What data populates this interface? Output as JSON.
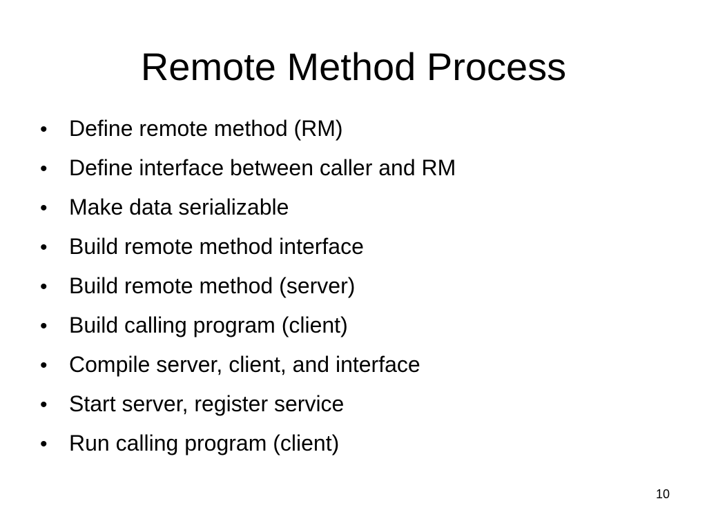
{
  "slide": {
    "title": "Remote Method Process",
    "bullet_glyph": "•",
    "bullets": [
      "Define remote method (RM)",
      "Define interface between caller and RM",
      "Make data serializable",
      "Build remote method interface",
      "Build remote method (server)",
      "Build calling program (client)",
      "Compile server, client, and interface",
      "Start server, register service",
      "Run calling program (client)"
    ],
    "page_number": "10"
  }
}
